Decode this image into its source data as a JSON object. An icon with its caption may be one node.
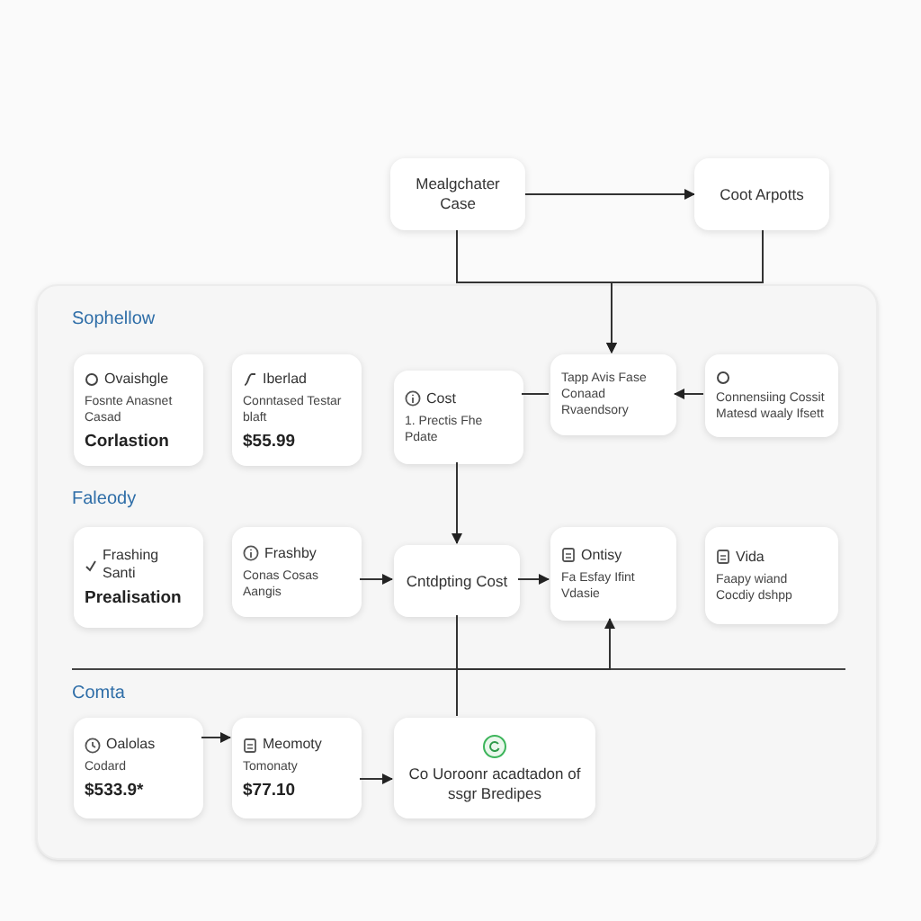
{
  "diagram": {
    "nodes": [
      {
        "text": [
          "Mealgchater Case"
        ]
      },
      {
        "text": [
          "Coot Arpotts"
        ]
      },
      {
        "text": [],
        "shape": "box"
      },
      {
        "text": [
          "Ovaishgle",
          "Fosnte Anasnet Casad",
          "Corlastion"
        ],
        "in": 2
      },
      {
        "text": [
          "Iberlad",
          "Conntased Testar blaft",
          "$55.99"
        ],
        "in": 2
      },
      {
        "text": [
          "Cost",
          "1. Prectis Fhe Pdate"
        ],
        "in": 2
      },
      {
        "text": [
          "Tapp Avis Fase Conaad Rvaendsory"
        ],
        "in": 2
      },
      {
        "text": [
          "Connensiing Cossit Matesd waaly Ifsett"
        ],
        "in": 2
      },
      {
        "text": [
          "Frashing Santi",
          "Prealisation"
        ],
        "in": 2
      },
      {
        "text": [
          "Frashby",
          "Conas Cosas Aangis"
        ],
        "in": 2
      },
      {
        "text": [
          "Cntdpting Cost"
        ],
        "in": 2
      },
      {
        "text": [
          "Ontisy",
          "Fa Esfay Ifint Vdasie"
        ],
        "in": 2
      },
      {
        "text": [
          "Vida",
          "Faapy wiand Cocdiy dshpp"
        ],
        "in": 2
      },
      {
        "text": [
          "Oalolas",
          "Codard",
          "$533.9*"
        ],
        "in": 2
      },
      {
        "text": [
          "Meomoty",
          "Tomonaty",
          "$77.10"
        ],
        "in": 2
      },
      {
        "text": [
          "Co Uoroonr acadtadon of ssgr Bredipes"
        ],
        "in": 2
      }
    ],
    "edges": [
      {
        "from": 0,
        "to": 1,
        "arrow": "to"
      },
      {
        "from": 0,
        "to": 6,
        "arrow": "to"
      },
      {
        "from": 1,
        "to": 6,
        "arrow": "to"
      },
      {
        "from": 6,
        "to": 5,
        "arrow": "none"
      },
      {
        "from": 7,
        "to": 6,
        "arrow": "to"
      },
      {
        "from": 5,
        "to": 10,
        "arrow": "to"
      },
      {
        "from": 9,
        "to": 10,
        "arrow": "to"
      },
      {
        "from": 10,
        "to": 11,
        "arrow": "to"
      },
      {
        "from": 10,
        "to": 15,
        "arrow": "none"
      },
      {
        "from": 10,
        "to": 11,
        "arrow": "to"
      },
      {
        "from": 13,
        "to": 14,
        "arrow": "to"
      },
      {
        "from": 14,
        "to": 15,
        "arrow": "to"
      }
    ],
    "labels": [
      "Sophellow",
      "Faleody",
      "Comta"
    ]
  }
}
